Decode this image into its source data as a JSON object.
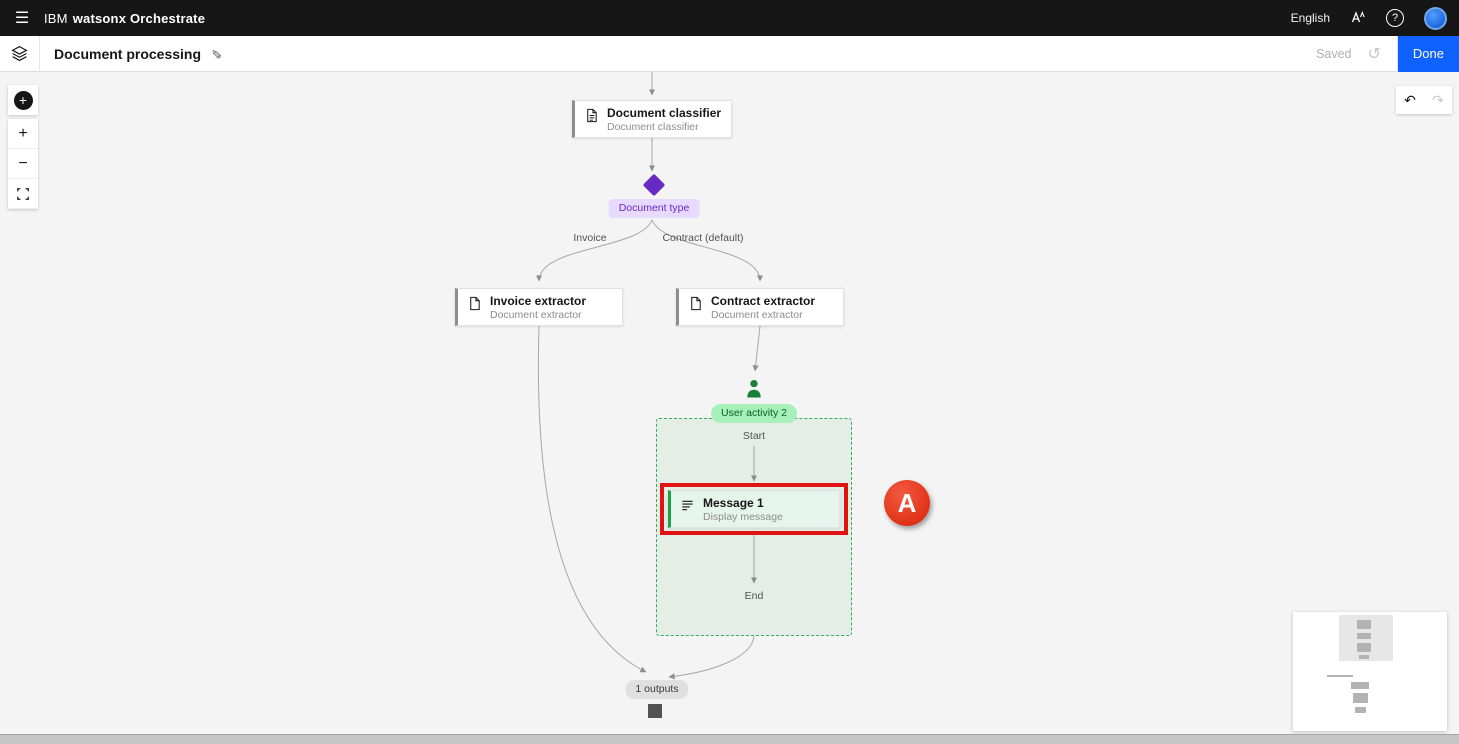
{
  "colors": {
    "accent_blue": "#0f62fe",
    "decision_purple": "#6929c4",
    "activity_green": "#24a148",
    "annotation_red": "#e01212"
  },
  "icons": {
    "hamburger": "☰",
    "edit": "✎",
    "help": "?",
    "reset": "↺",
    "undo": "↶",
    "redo": "↷",
    "add_node": "+",
    "zoom_in": "+",
    "zoom_out": "−"
  },
  "header": {
    "brand": "IBM",
    "product": "watsonx Orchestrate",
    "language": "English"
  },
  "toolbar": {
    "title": "Document processing",
    "saved_label": "Saved",
    "done_label": "Done"
  },
  "flow": {
    "classifier": {
      "title": "Document classifier",
      "subtitle": "Document classifier"
    },
    "decision": {
      "label": "Document type"
    },
    "branches": {
      "invoice": "Invoice",
      "contract": "Contract (default)"
    },
    "invoice_extractor": {
      "title": "Invoice extractor",
      "subtitle": "Document extractor"
    },
    "contract_extractor": {
      "title": "Contract extractor",
      "subtitle": "Document extractor"
    },
    "user_activity": {
      "label": "User activity 2",
      "start_label": "Start",
      "end_label": "End"
    },
    "message": {
      "title": "Message 1",
      "subtitle": "Display message"
    },
    "outputs": {
      "label": "1 outputs"
    }
  },
  "annotation": {
    "label": "A"
  }
}
